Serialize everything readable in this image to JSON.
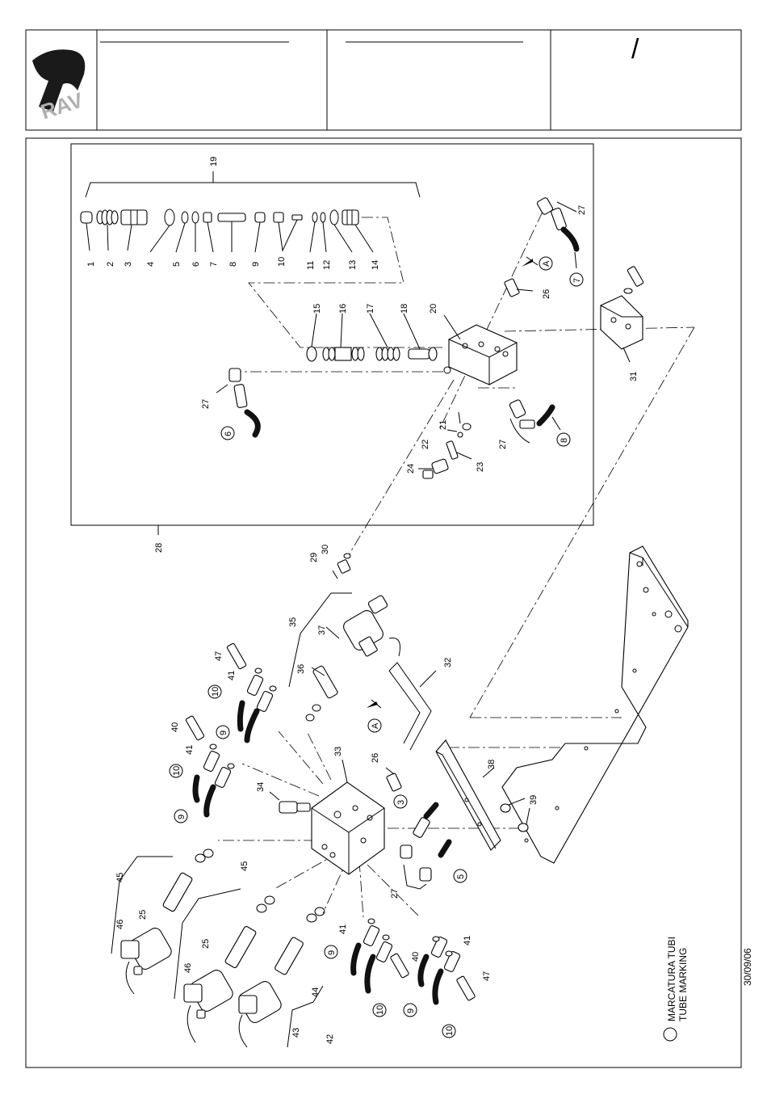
{
  "title_block": {
    "logo_text": "RAV",
    "revision_mark": "/",
    "date": "30/09/06"
  },
  "legend": {
    "marking_it": "MARCATURA TUBI",
    "marking_en": "TUBE MARKING"
  },
  "callouts": {
    "p1": "1",
    "p2": "2",
    "p3": "3",
    "p4": "4",
    "p5": "5",
    "p6": "6",
    "p7": "7",
    "p8": "8",
    "p9": "9",
    "p10": "10",
    "p11": "11",
    "p12": "12",
    "p13": "13",
    "p14": "14",
    "p15": "15",
    "p16": "16",
    "p17": "17",
    "p18": "18",
    "p19": "19",
    "p20": "20",
    "p21": "21",
    "p22": "22",
    "p23": "23",
    "p24": "24",
    "p25": "25",
    "p26": "26",
    "p27": "27",
    "p28": "28",
    "p29": "29",
    "p30": "30",
    "p31": "31",
    "p32": "32",
    "p33": "33",
    "p34": "34",
    "p35": "35",
    "p36": "36",
    "p37": "37",
    "p38": "38",
    "p39": "39",
    "p40": "40",
    "p41": "41",
    "p42": "42",
    "p43": "43",
    "p44": "44",
    "p45": "45",
    "p46": "46",
    "p47": "47"
  },
  "tube_markers": {
    "t3": "3",
    "t5": "5",
    "t6": "6",
    "t7": "7",
    "t8": "8",
    "t9": "9",
    "t10": "10",
    "tA": "A"
  }
}
